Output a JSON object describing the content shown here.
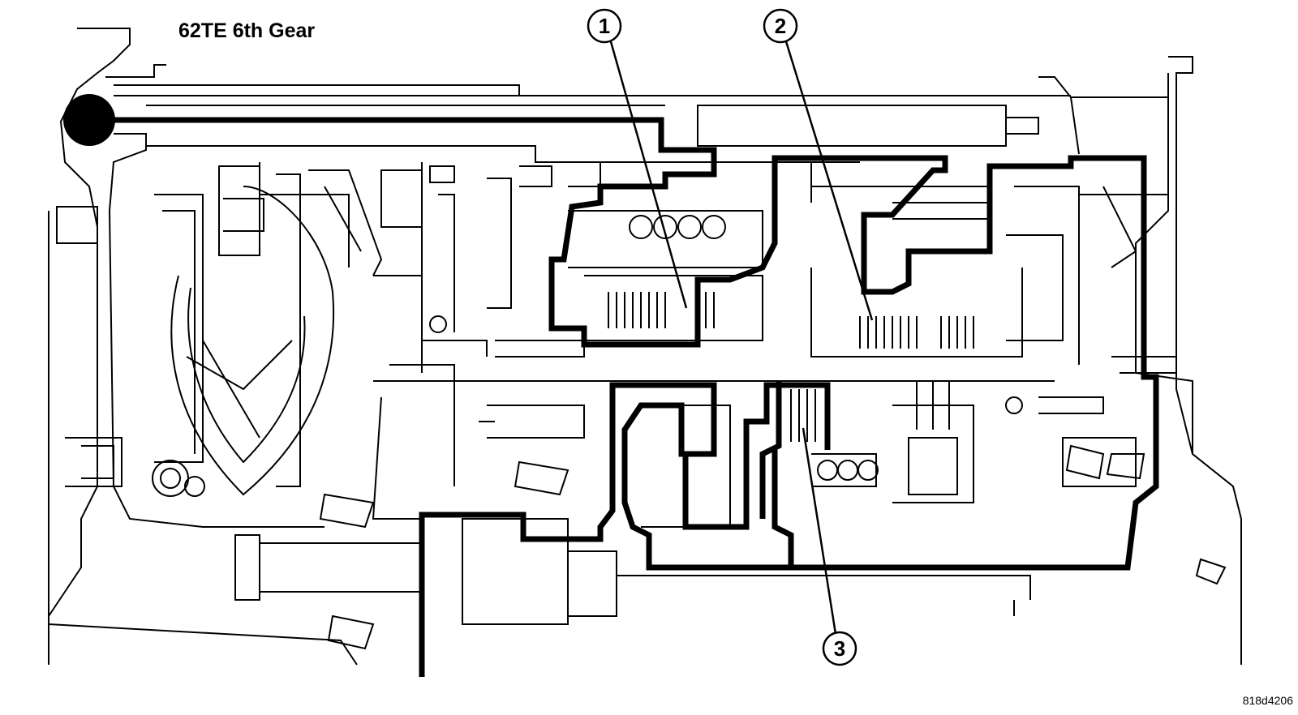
{
  "title": "62TE 6th Gear",
  "figure_code": "818d4206",
  "callouts": [
    {
      "number": "1"
    },
    {
      "number": "2"
    },
    {
      "number": "3"
    }
  ],
  "colors": {
    "line": "#000000",
    "background": "#ffffff"
  }
}
